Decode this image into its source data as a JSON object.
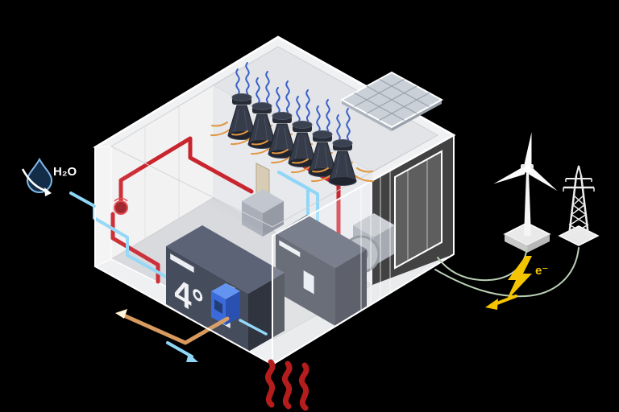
{
  "labels": {
    "water_input": "H₂O",
    "electricity": "e⁻",
    "cabinet_logo": "4°"
  },
  "colors": {
    "background": "#000000",
    "building_shell": "#eceef0",
    "hot_pipe": "#c9252e",
    "cold_pipe": "#8fd6f7",
    "copper_pipe": "#d89a5e",
    "power_line": "#b9cfb4",
    "electricity": "#f5c400",
    "heat": "#b51d1d",
    "air_intake": "#3a5fc8",
    "warm_exhaust": "#e2953f",
    "cabinet_body": "#3a4152"
  },
  "icons": {
    "water_drop": "drop-shape",
    "wind_turbine": "turbine-silhouette",
    "transmission_tower": "lattice-tower",
    "lightning_bolt": "bolt-shape",
    "heat_waves": "triple-wave",
    "solar_panel": "grid-panel",
    "air_intake": "wavy-arrows",
    "warm_exhaust": "radiating-dashes"
  }
}
